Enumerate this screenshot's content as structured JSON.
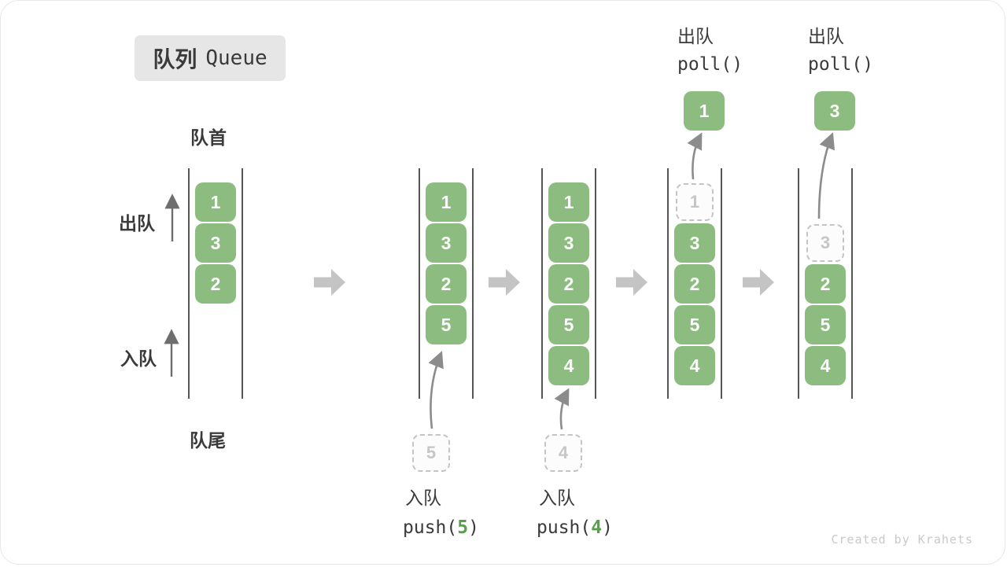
{
  "diagram": {
    "title": {
      "zh": "队列",
      "en": "Queue"
    },
    "labels": {
      "front": "队首",
      "rear": "队尾",
      "dequeue": "出队",
      "enqueue": "入队"
    },
    "watermark": "Created by Krahets"
  },
  "colors": {
    "item_green": "#8cbc80",
    "accent_green": "#55a04a",
    "text_dark": "#3a3a3a",
    "ghost_gray": "#c6c6c6",
    "curve_arrow_gray": "#8c8c8c",
    "flow_arrow_gray": "#c4c4c4",
    "wall_gray": "#565656",
    "badge_bg": "#e6e6e6",
    "watermark_gray": "#c9c9c9"
  },
  "states": [
    {
      "boxes": [
        {
          "v": "1"
        },
        {
          "v": "3"
        },
        {
          "v": "2"
        }
      ]
    },
    {
      "boxes": [
        {
          "v": "1"
        },
        {
          "v": "3"
        },
        {
          "v": "2"
        },
        {
          "v": "5"
        }
      ],
      "incoming": {
        "v": "5"
      },
      "op": {
        "zh": "入队",
        "fn": "push(",
        "arg": "5",
        "close": ")"
      }
    },
    {
      "boxes": [
        {
          "v": "1"
        },
        {
          "v": "3"
        },
        {
          "v": "2"
        },
        {
          "v": "5"
        },
        {
          "v": "4"
        }
      ],
      "incoming": {
        "v": "4"
      },
      "op": {
        "zh": "入队",
        "fn": "push(",
        "arg": "4",
        "close": ")"
      }
    },
    {
      "ghost": {
        "v": "1"
      },
      "boxes": [
        {
          "v": "3"
        },
        {
          "v": "2"
        },
        {
          "v": "5"
        },
        {
          "v": "4"
        }
      ],
      "outgoing": {
        "v": "1"
      },
      "op": {
        "zh": "出队",
        "code": "poll()"
      }
    },
    {
      "ghost": {
        "v": "3"
      },
      "boxes": [
        {
          "v": "2"
        },
        {
          "v": "5"
        },
        {
          "v": "4"
        }
      ],
      "outgoing": {
        "v": "3"
      },
      "op": {
        "zh": "出队",
        "code": "poll()"
      }
    }
  ]
}
